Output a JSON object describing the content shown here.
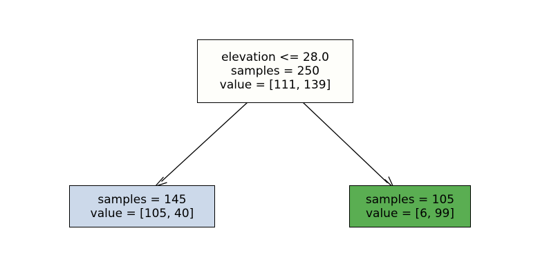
{
  "figure": {
    "type": "decision-tree",
    "background": "#ffffff",
    "edge_color": "#000000"
  },
  "tree": {
    "root": {
      "id": "root",
      "fill": "#fefefa",
      "lines": [
        "elevation <= 28.0",
        "samples = 250",
        "value = [111, 139]"
      ],
      "feature": "elevation",
      "threshold": "28.0",
      "operator": "<=",
      "samples": "250",
      "value": "[111, 139]"
    },
    "left_leaf": {
      "id": "left-leaf",
      "fill": "#ccd9ea",
      "lines": [
        "samples = 145",
        "value = [105, 40]"
      ],
      "samples": "145",
      "value": "[105, 40]"
    },
    "right_leaf": {
      "id": "right-leaf",
      "fill": "#5aae52",
      "lines": [
        "samples = 105",
        "value = [6, 99]"
      ],
      "samples": "105",
      "value": "[6, 99]"
    }
  },
  "chart_data": {
    "type": "diagram",
    "title": "",
    "nodes": [
      {
        "name": "root",
        "split": "elevation <= 28.0",
        "samples": 250,
        "value": [
          111,
          139
        ],
        "fill": "#fefefa"
      },
      {
        "name": "left-leaf",
        "split": "",
        "samples": 145,
        "value": [
          105,
          40
        ],
        "fill": "#ccd9ea"
      },
      {
        "name": "right-leaf",
        "split": "",
        "samples": 105,
        "value": [
          6,
          99
        ],
        "fill": "#5aae52"
      }
    ],
    "edges": [
      {
        "from": "root",
        "to": "left-leaf",
        "label": ""
      },
      {
        "from": "root",
        "to": "right-leaf",
        "label": ""
      }
    ]
  }
}
